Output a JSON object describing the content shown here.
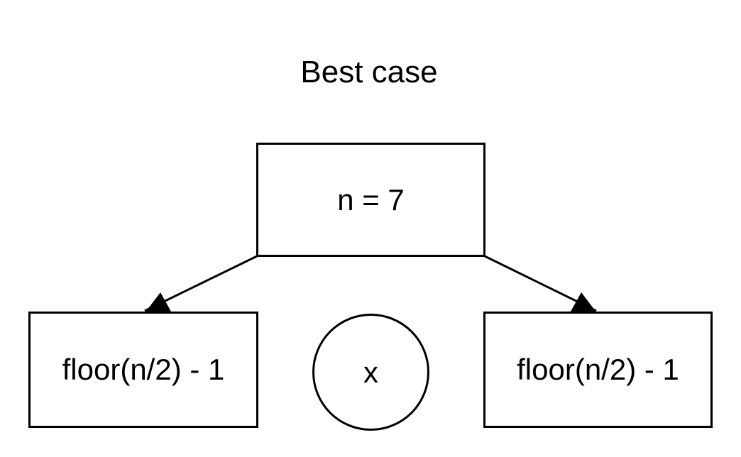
{
  "title": "Best case",
  "nodes": {
    "root": {
      "label": "n = 7"
    },
    "left": {
      "label": "floor(n/2) - 1"
    },
    "pivot": {
      "label": "x"
    },
    "right": {
      "label": "floor(n/2) - 1"
    }
  },
  "edges": [
    {
      "from": "root",
      "to": "left"
    },
    {
      "from": "root",
      "to": "right"
    }
  ],
  "colors": {
    "stroke": "#000000",
    "fill": "#ffffff",
    "text": "#000000"
  }
}
